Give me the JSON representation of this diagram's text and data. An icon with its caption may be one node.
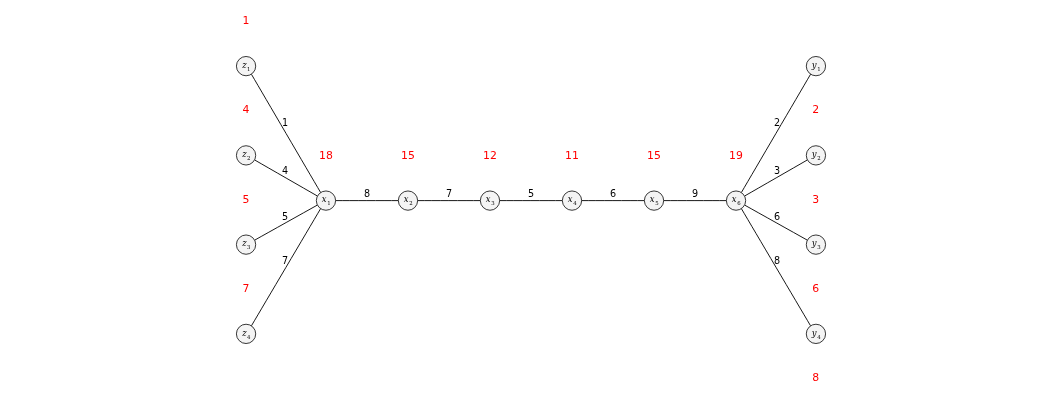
{
  "diagram": {
    "nodes": [
      {
        "text": [
          "z$_{1}$"
        ],
        "beside": [
          "1"
        ]
      },
      {
        "text": [
          "z$_{2}$"
        ],
        "beside": [
          "4"
        ]
      },
      {
        "text": [
          "z$_{3}$"
        ],
        "beside": [
          "5"
        ]
      },
      {
        "text": [
          "z$_{4}$"
        ],
        "beside": [
          "7"
        ]
      },
      {
        "text": [
          "x$_{1}$"
        ],
        "beside": [
          "18"
        ]
      },
      {
        "text": [
          "x$_{2}$"
        ],
        "beside": [
          "15"
        ]
      },
      {
        "text": [
          "x$_{3}$"
        ],
        "beside": [
          "12"
        ]
      },
      {
        "text": [
          "x$_{4}$"
        ],
        "beside": [
          "11"
        ]
      },
      {
        "text": [
          "x$_{5}$"
        ],
        "beside": [
          "15"
        ]
      },
      {
        "text": [
          "x$_{6}$"
        ],
        "beside": [
          "19"
        ]
      },
      {
        "text": [
          "y$_{1}$"
        ],
        "beside": [
          "2"
        ]
      },
      {
        "text": [
          "y$_{2}$"
        ],
        "beside": [
          "3"
        ]
      },
      {
        "text": [
          "y$_{3}$"
        ],
        "beside": [
          "6"
        ]
      },
      {
        "text": [
          "y$_{4}$"
        ],
        "beside": [
          "8"
        ]
      }
    ],
    "edges": [
      {
        "from": 0,
        "to": 4,
        "arrow": "none",
        "label": "1"
      },
      {
        "from": 1,
        "to": 4,
        "arrow": "none",
        "label": "4"
      },
      {
        "from": 2,
        "to": 4,
        "arrow": "none",
        "label": "5"
      },
      {
        "from": 3,
        "to": 4,
        "arrow": "none",
        "label": "7"
      },
      {
        "from": 4,
        "to": 5,
        "arrow": "none",
        "label": "8"
      },
      {
        "from": 5,
        "to": 6,
        "arrow": "none",
        "label": "7"
      },
      {
        "from": 6,
        "to": 7,
        "arrow": "none",
        "label": "5"
      },
      {
        "from": 7,
        "to": 8,
        "arrow": "none",
        "label": "6"
      },
      {
        "from": 8,
        "to": 9,
        "arrow": "none",
        "label": "9"
      },
      {
        "from": 9,
        "to": 10,
        "arrow": "none",
        "label": "2"
      },
      {
        "from": 9,
        "to": 11,
        "arrow": "none",
        "label": "3"
      },
      {
        "from": 9,
        "to": 12,
        "arrow": "none",
        "label": "6"
      },
      {
        "from": 9,
        "to": 13,
        "arrow": "none",
        "label": "8"
      }
    ]
  }
}
